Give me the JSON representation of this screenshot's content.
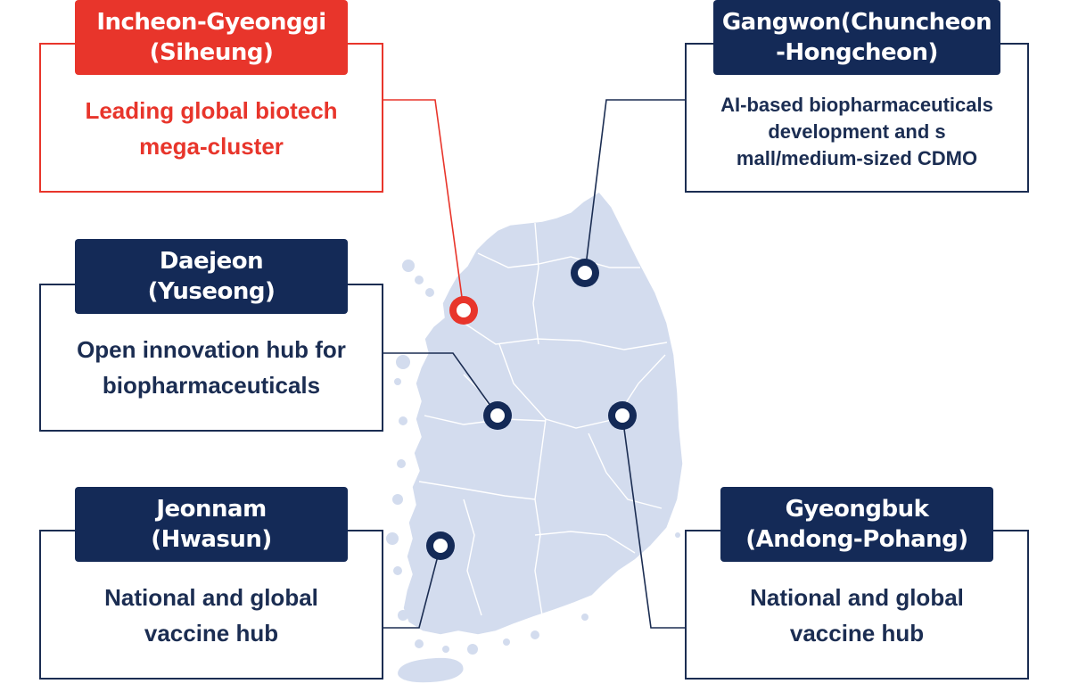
{
  "regions": [
    {
      "id": "incheon",
      "highlight": true,
      "tag_lines": [
        "Incheon-Gyeonggi",
        "(Siheung)"
      ],
      "desc_lines": [
        "Leading global biotech",
        "mega-cluster"
      ]
    },
    {
      "id": "gangwon",
      "highlight": false,
      "tag_lines": [
        "Gangwon(Chuncheon",
        "-Hongcheon)"
      ],
      "desc_lines": [
        "AI-based biopharmaceuticals",
        "development and s",
        "mall/medium-sized CDMO"
      ]
    },
    {
      "id": "daejeon",
      "highlight": false,
      "tag_lines": [
        "Daejeon",
        "(Yuseong)"
      ],
      "desc_lines": [
        "Open innovation hub for",
        "biopharmaceuticals"
      ]
    },
    {
      "id": "jeonnam",
      "highlight": false,
      "tag_lines": [
        "Jeonnam",
        "(Hwasun)"
      ],
      "desc_lines": [
        "National and global",
        "vaccine hub"
      ]
    },
    {
      "id": "gyeongbuk",
      "highlight": false,
      "tag_lines": [
        "Gyeongbuk",
        "(Andong-Pohang)"
      ],
      "desc_lines": [
        "National and global",
        "vaccine hub"
      ]
    }
  ],
  "colors": {
    "accent_red": "#e8352b",
    "navy": "#142a57",
    "map_fill": "#d3dcee"
  },
  "icons": {
    "marker": "ring-marker-icon"
  }
}
